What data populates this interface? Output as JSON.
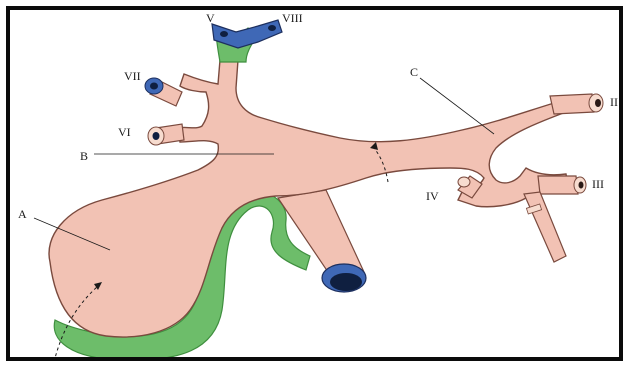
{
  "labels": {
    "A": "A",
    "B": "B",
    "C": "C",
    "II": "II",
    "III": "III",
    "IV": "IV",
    "V": "V",
    "VI": "VI",
    "VII": "VII",
    "VIII": "VIII"
  },
  "colors": {
    "liver": "#f2c2b4",
    "liver_stroke": "#7a4a3e",
    "hepatic_vein": "#6dbd6a",
    "vein_dark": "#3f8f3f",
    "port_blue": "#3f68b6",
    "port_dark": "#0f1f40",
    "frame": "#0b0b0b"
  }
}
